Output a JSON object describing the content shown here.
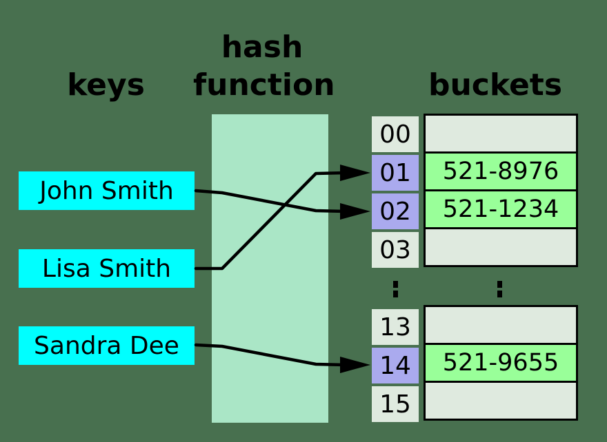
{
  "headings": {
    "keys": "keys",
    "hash_function": [
      "hash",
      "function"
    ],
    "buckets": "buckets"
  },
  "keys": [
    {
      "label": "John Smith"
    },
    {
      "label": "Lisa Smith"
    },
    {
      "label": "Sandra Dee"
    }
  ],
  "index_cells": [
    {
      "label": "00",
      "highlighted": false
    },
    {
      "label": "01",
      "highlighted": true
    },
    {
      "label": "02",
      "highlighted": true
    },
    {
      "label": "03",
      "highlighted": false
    },
    {
      "label": "13",
      "highlighted": false
    },
    {
      "label": "14",
      "highlighted": true
    },
    {
      "label": "15",
      "highlighted": false
    }
  ],
  "bucket_rows": [
    {
      "index": "00",
      "value": "",
      "filled": false
    },
    {
      "index": "01",
      "value": "521-8976",
      "filled": true
    },
    {
      "index": "02",
      "value": "521-1234",
      "filled": true
    },
    {
      "index": "03",
      "value": "",
      "filled": false
    },
    {
      "index": "13",
      "value": "",
      "filled": false
    },
    {
      "index": "14",
      "value": "521-9655",
      "filled": true
    },
    {
      "index": "15",
      "value": "",
      "filled": false
    }
  ],
  "mappings": [
    {
      "key": "John Smith",
      "slot": "02"
    },
    {
      "key": "Lisa Smith",
      "slot": "01"
    },
    {
      "key": "Sandra Dee",
      "slot": "14"
    }
  ],
  "icons": {
    "vertical_ellipsis": "⋮"
  },
  "colors": {
    "background": "#48704F",
    "key_fill": "#00FFFF",
    "hash_box_fill": "#AAE6C6",
    "cell_default": "#DFEADF",
    "cell_highlight": "#AAAAEE",
    "bucket_filled": "#99FF99",
    "line": "#000000",
    "text": "#000000"
  }
}
